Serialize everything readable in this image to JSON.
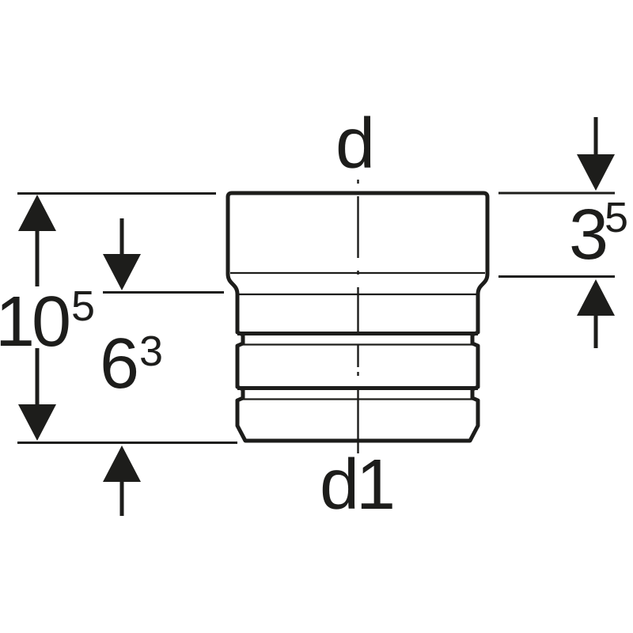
{
  "colors": {
    "background": "#ffffff",
    "ink": "#1d1d1b"
  },
  "labels": {
    "top_diameter": "d",
    "bottom_diameter": "d1"
  },
  "dimensions": {
    "overall_height": {
      "main": "10",
      "sup": "5"
    },
    "lower_section_height": {
      "main": "6",
      "sup": "3"
    },
    "socket_depth": {
      "main": "3",
      "sup": "5"
    }
  }
}
